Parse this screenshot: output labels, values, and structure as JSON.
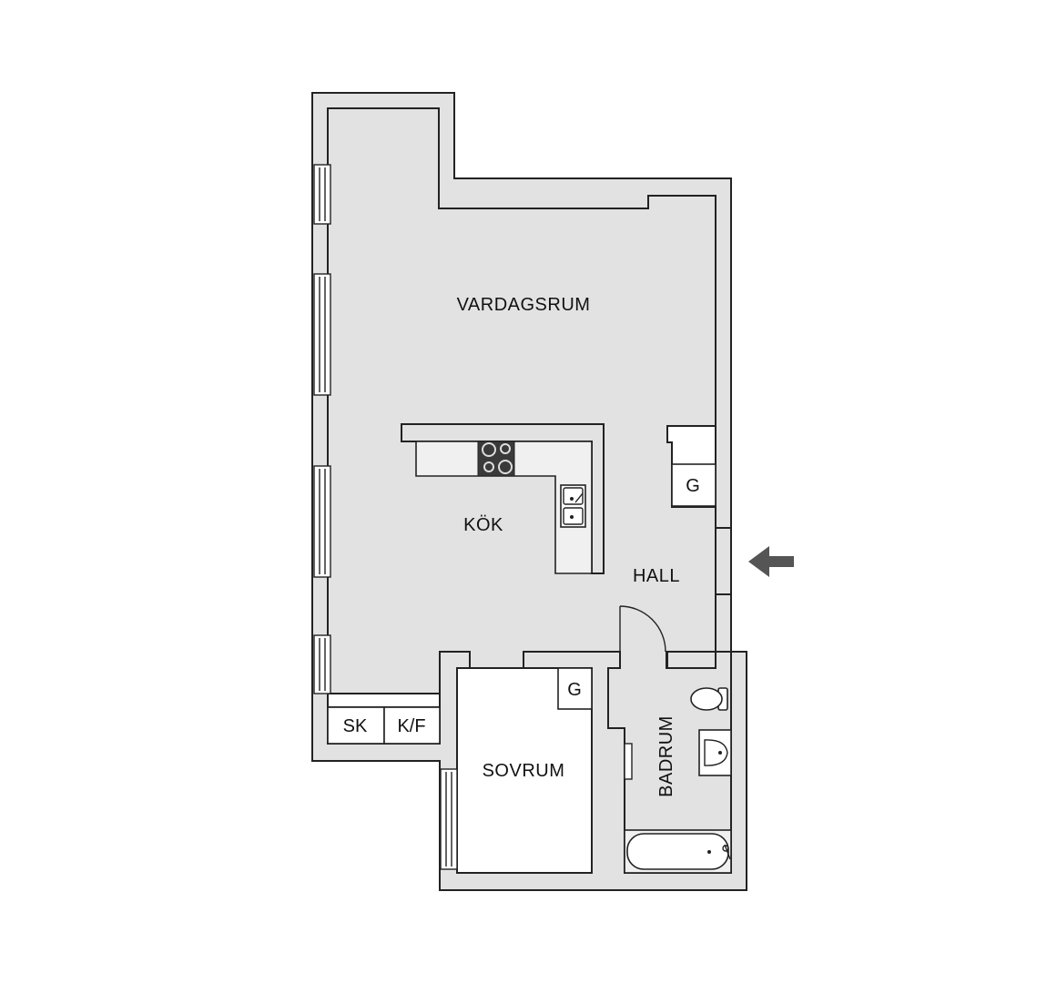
{
  "rooms": {
    "living_room": "VARDAGSRUM",
    "kitchen": "KÖK",
    "hall": "HALL",
    "bedroom": "SOVRUM",
    "bathroom": "BADRUM"
  },
  "closets": {
    "wardrobe_hall": "G",
    "wardrobe_bedroom": "G",
    "sk": "SK",
    "kf": "K/F"
  },
  "colors": {
    "wall_fill": "#e2e2e2",
    "line": "#222222",
    "fixture_fill": "#f0f0f0",
    "entrance_arrow": "#555555"
  }
}
